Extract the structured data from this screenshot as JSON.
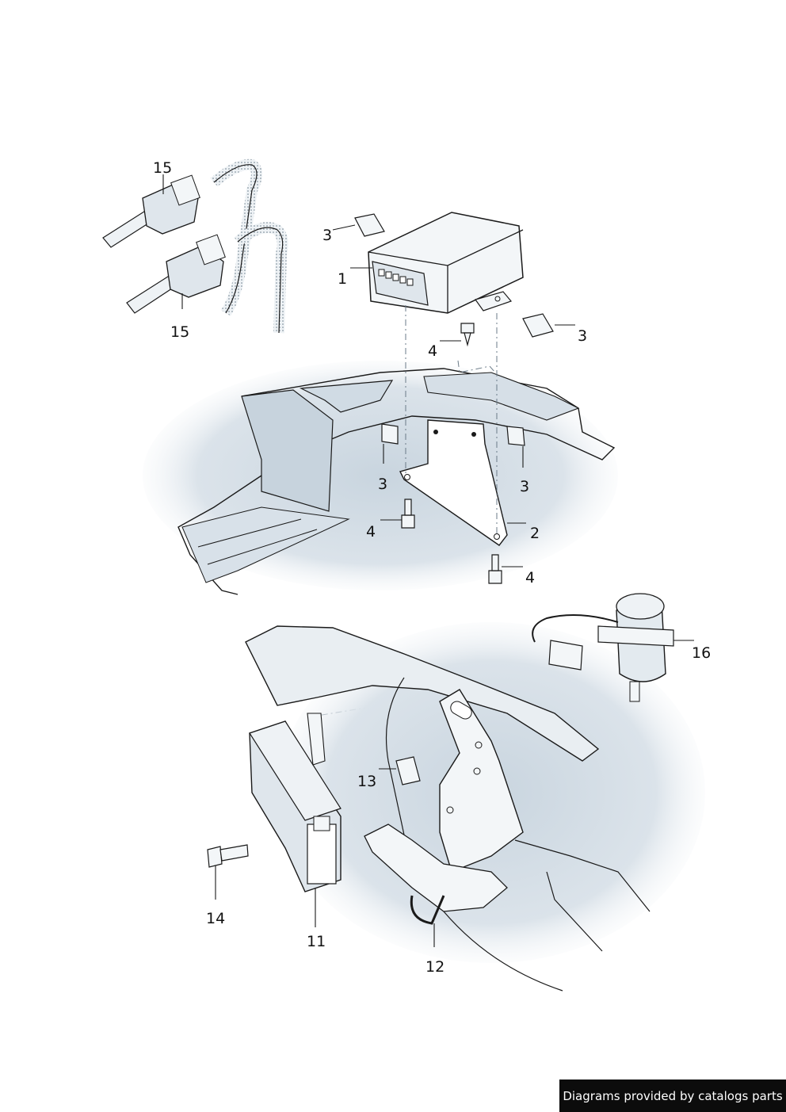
{
  "diagram": {
    "callouts": [
      {
        "id": "c1",
        "label": "1"
      },
      {
        "id": "c2",
        "label": "2"
      },
      {
        "id": "c3a",
        "label": "3"
      },
      {
        "id": "c3b",
        "label": "3"
      },
      {
        "id": "c3c",
        "label": "3"
      },
      {
        "id": "c3d",
        "label": "3"
      },
      {
        "id": "c4a",
        "label": "4"
      },
      {
        "id": "c4b",
        "label": "4"
      },
      {
        "id": "c4c",
        "label": "4"
      },
      {
        "id": "c11",
        "label": "11"
      },
      {
        "id": "c12",
        "label": "12"
      },
      {
        "id": "c13",
        "label": "13"
      },
      {
        "id": "c14",
        "label": "14"
      },
      {
        "id": "c15a",
        "label": "15"
      },
      {
        "id": "c15b",
        "label": "15"
      },
      {
        "id": "c16",
        "label": "16"
      }
    ]
  },
  "footer": {
    "credit": "Diagrams provided by catalogs parts"
  },
  "colors": {
    "shade": "#dfe6ec",
    "shade_dark": "#b8c7d4",
    "line": "#1a1a1a",
    "part_fill": "#f2f5f7"
  }
}
